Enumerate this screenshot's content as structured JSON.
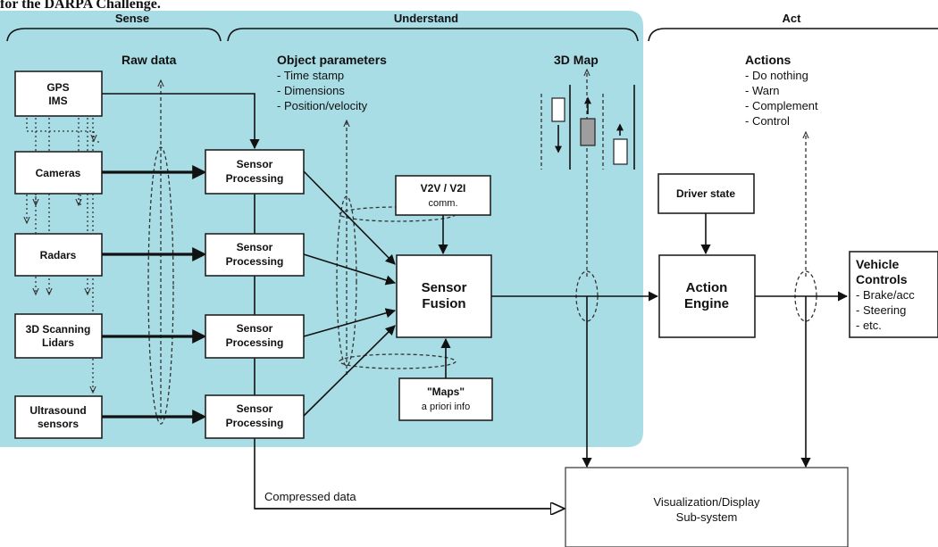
{
  "top_text": "for the DARPA Challenge.",
  "colors": {
    "panel": "#a9dde6"
  },
  "sections": {
    "sense": "Sense",
    "understand": "Understand",
    "act": "Act"
  },
  "labels": {
    "raw_data": "Raw data",
    "object_parameters": {
      "title": "Object parameters",
      "items": [
        "- Time stamp",
        "- Dimensions",
        "- Position/velocity"
      ]
    },
    "map_3d": "3D Map",
    "actions": {
      "title": "Actions",
      "items": [
        "- Do nothing",
        "- Warn",
        "- Complement",
        "- Control"
      ]
    },
    "compressed_data": "Compressed data"
  },
  "sensors": {
    "gps": [
      "GPS",
      "IMS"
    ],
    "cameras": [
      "Cameras"
    ],
    "radars": [
      "Radars"
    ],
    "lidars": [
      "3D Scanning",
      "Lidars"
    ],
    "ultrasound": [
      "Ultrasound",
      "sensors"
    ]
  },
  "sensor_processing": [
    "Sensor",
    "Processing"
  ],
  "v2v": [
    "V2V / V2I",
    "comm."
  ],
  "maps": [
    "\"Maps\"",
    "a priori info"
  ],
  "sensor_fusion": [
    "Sensor",
    "Fusion"
  ],
  "driver_state": "Driver state",
  "action_engine": [
    "Action",
    "Engine"
  ],
  "vehicle_controls": {
    "title": [
      "Vehicle",
      "Controls"
    ],
    "items": [
      "- Brake/acc",
      "- Steering",
      "- etc."
    ]
  },
  "visualization": [
    "Visualization/Display",
    "Sub-system"
  ]
}
